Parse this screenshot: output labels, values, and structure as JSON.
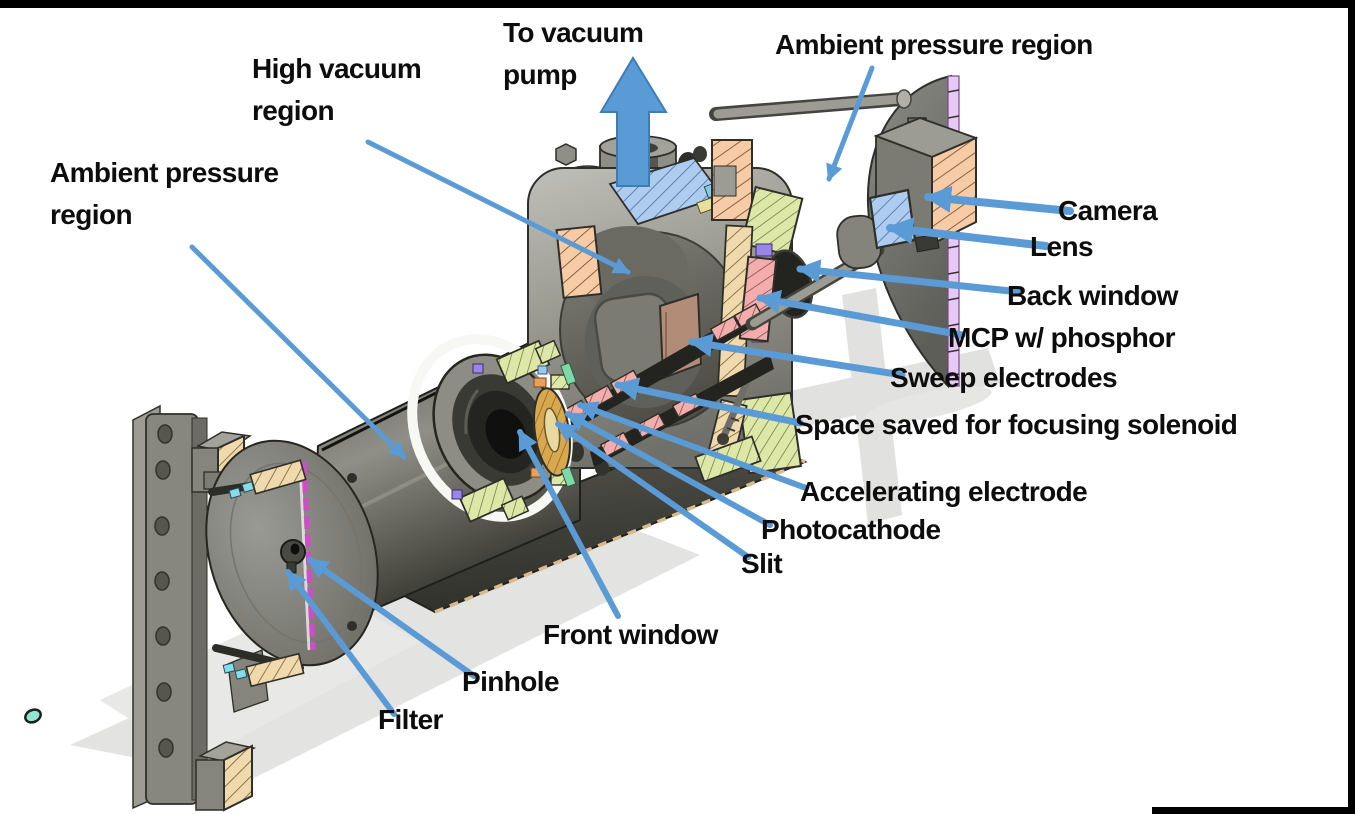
{
  "figure": {
    "type": "labeled-cad-cross-section-diagram",
    "description_labels_only": true
  },
  "colors": {
    "arrow": "#5B9BD5",
    "label_text": "#0d0d0d",
    "frame_border": "#000000",
    "background": "#ffffff",
    "hatch_peach": "#F6CBA6",
    "hatch_tan": "#F0D9AC",
    "hatch_green": "#DDE8A8",
    "hatch_pink": "#F3ADAD",
    "hatch_blue": "#AECBF0",
    "hatch_lavender": "#E6C9F4",
    "hatch_gold": "#D9A84E",
    "filter_magenta": "#CC4FC4",
    "sweep_plate_brown": "#B28C76",
    "metal_gray": "#8D8D85"
  },
  "labels": {
    "to_vacuum_pump": "To vacuum pump",
    "high_vacuum_region": "High vacuum region",
    "ambient_pressure_region_left": "Ambient pressure region",
    "ambient_pressure_region_right": "Ambient pressure region",
    "camera": "Camera",
    "lens": "Lens",
    "back_window": "Back window",
    "mcp_phosphor": "MCP w/ phosphor",
    "sweep_electrodes": "Sweep electrodes",
    "focusing_solenoid": "Space saved for focusing solenoid",
    "accelerating_electrode": "Accelerating electrode",
    "photocathode": "Photocathode",
    "slit": "Slit",
    "front_window": "Front window",
    "pinhole": "Pinhole",
    "filter": "Filter"
  }
}
